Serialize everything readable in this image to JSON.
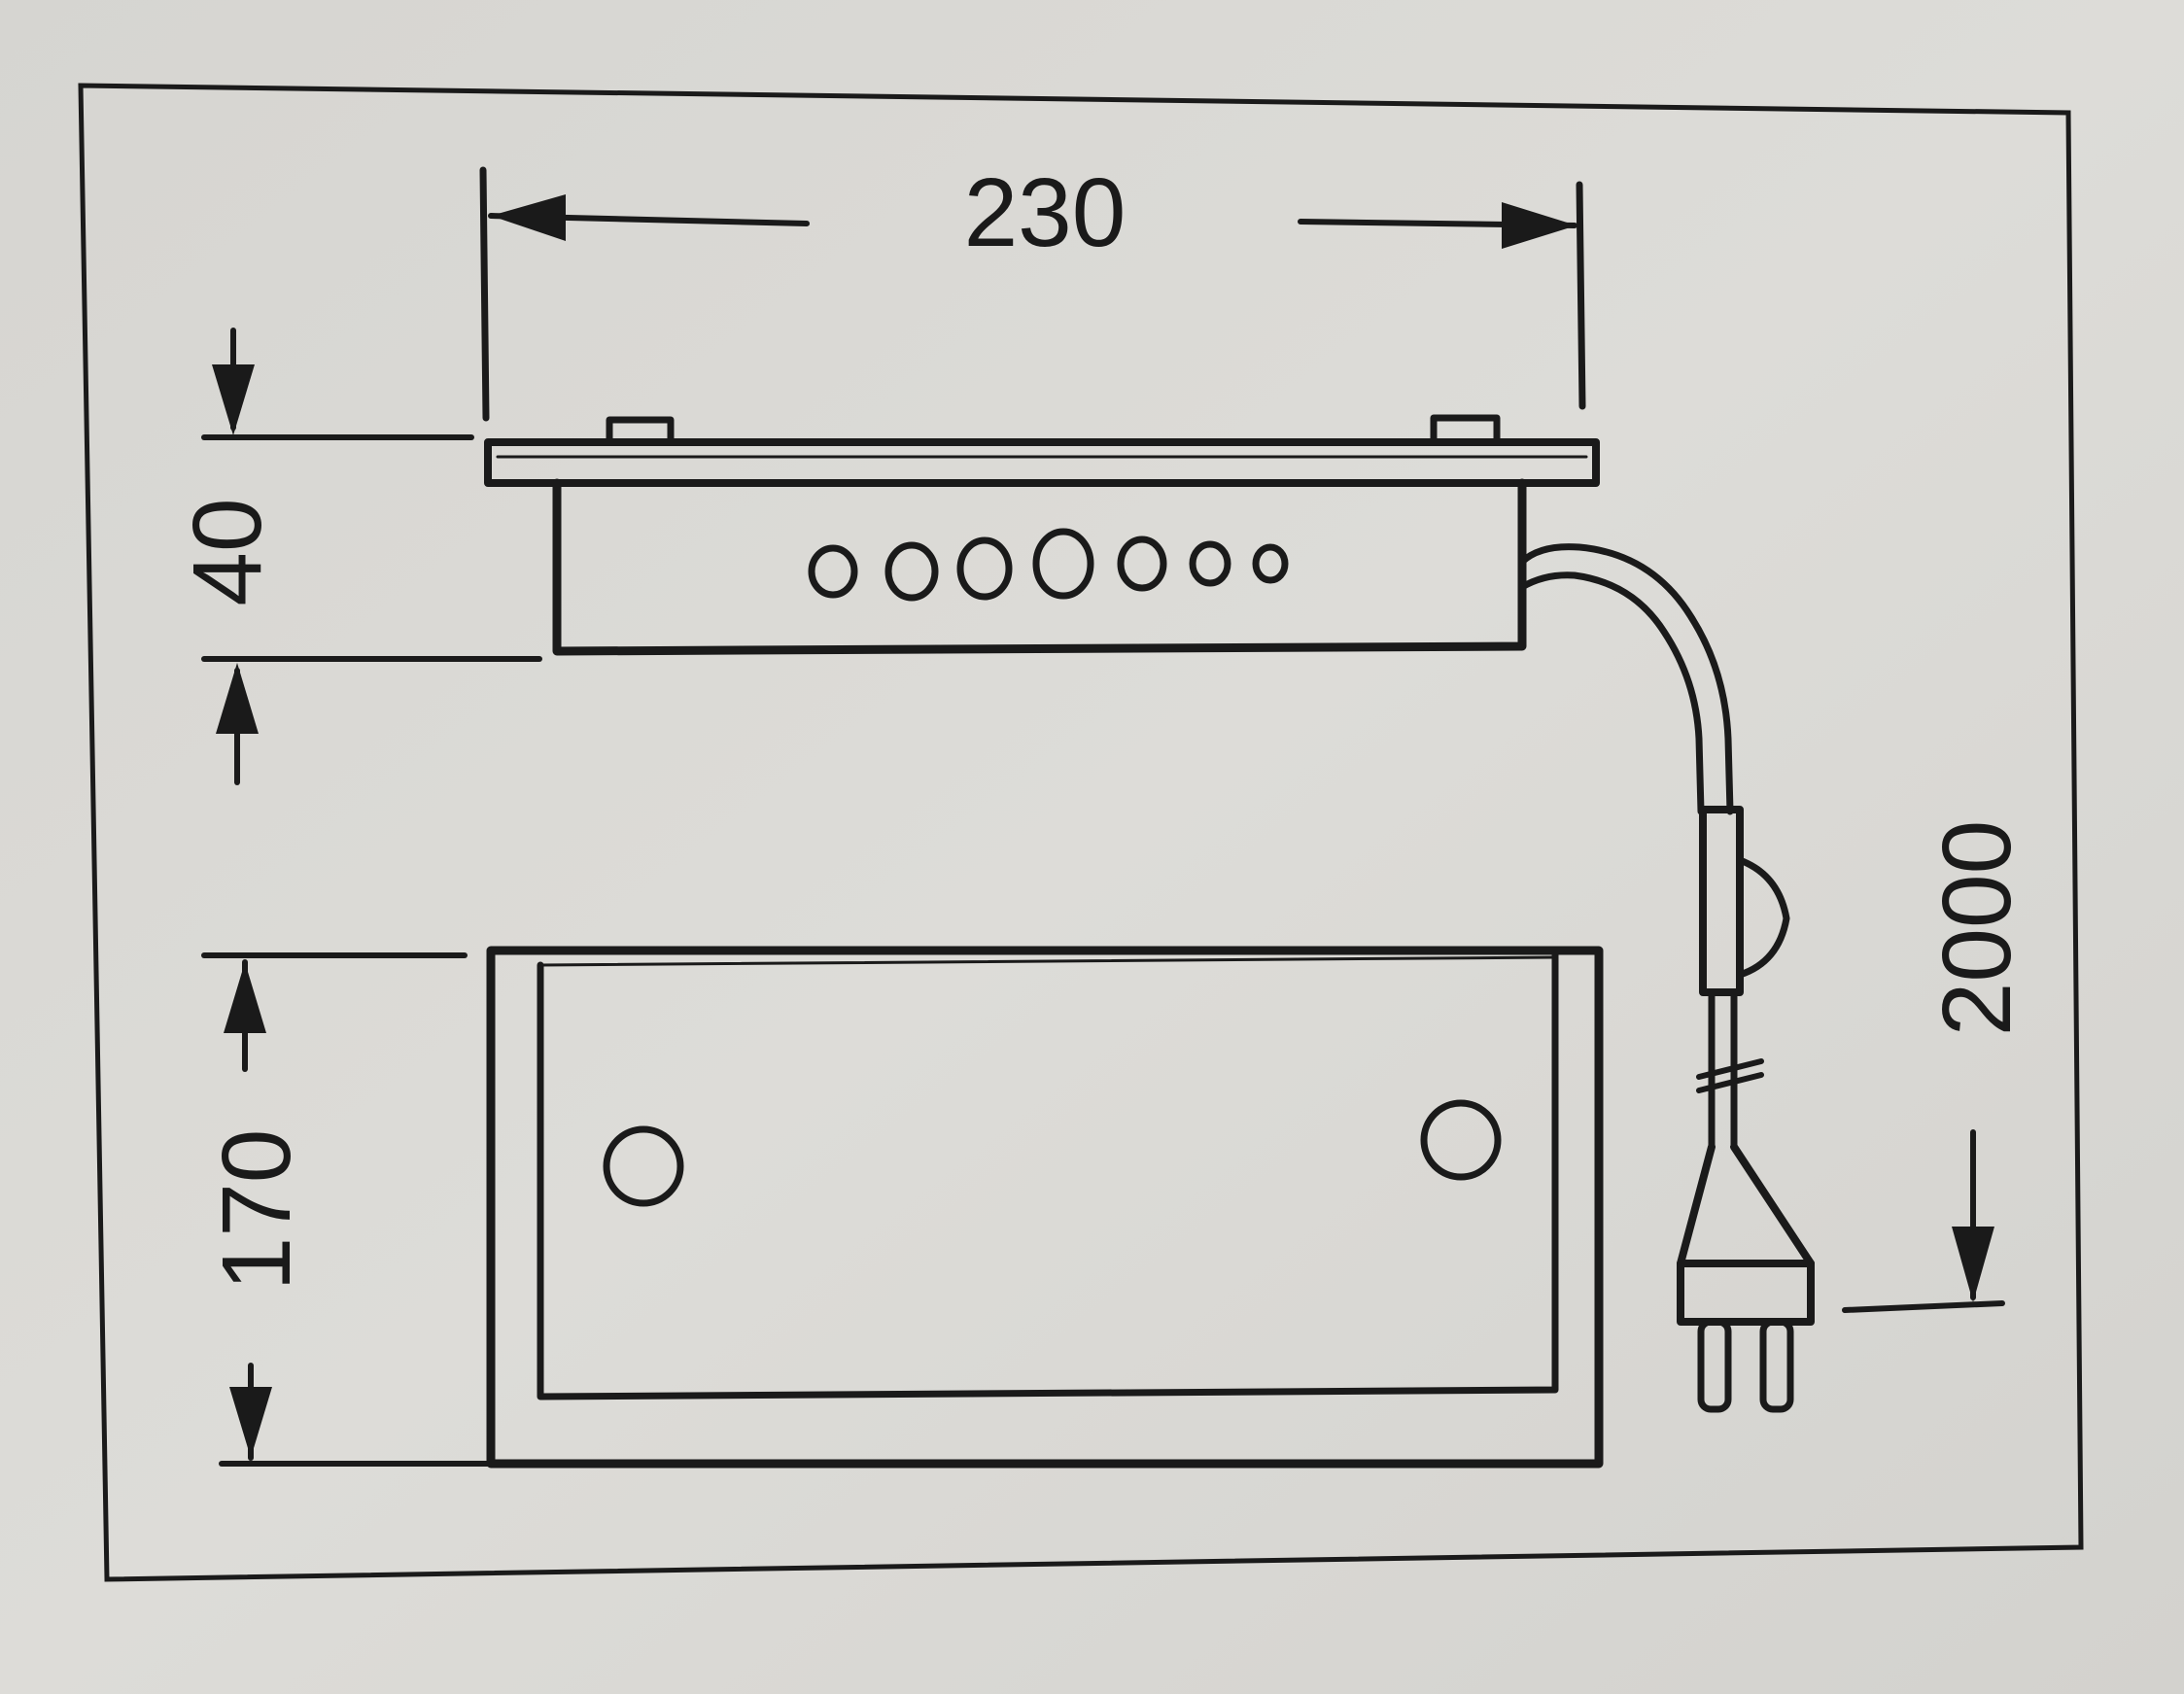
{
  "colors": {
    "paper": "#d9d8d4",
    "ink": "#1a1a1a"
  },
  "dimensions": {
    "width": "230",
    "height": "40",
    "depth": "170",
    "cable": "2000"
  }
}
